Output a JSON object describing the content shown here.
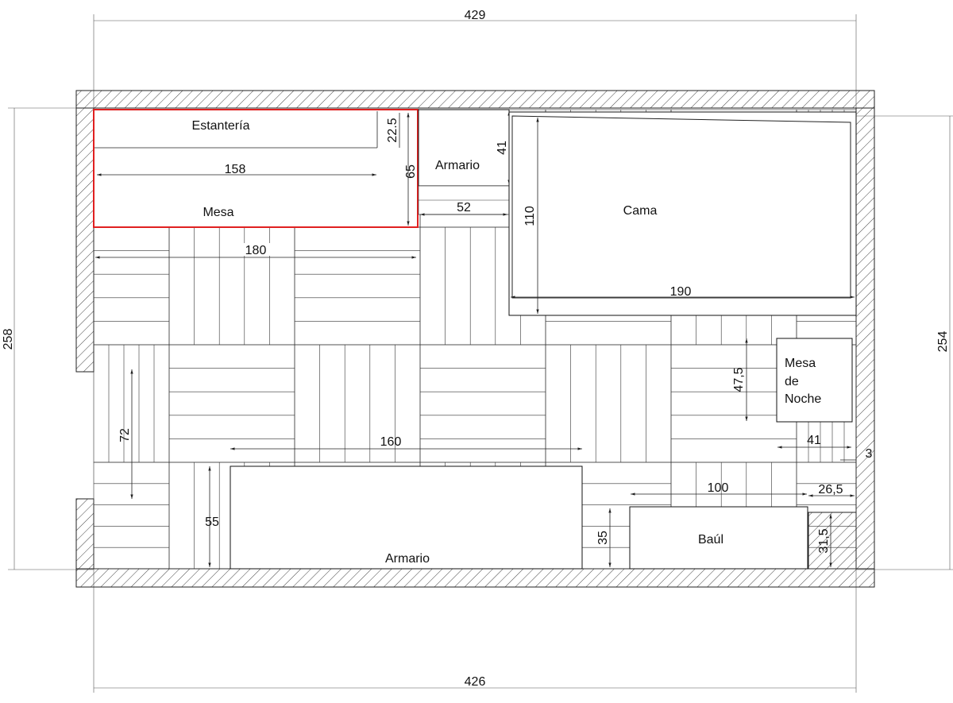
{
  "colors": {
    "line": "#222222",
    "highlight": "#e02020",
    "hatch": "#444444",
    "background": "#ffffff"
  },
  "dimensions": {
    "top_overall": "429",
    "bottom_overall": "426",
    "left_overall": "258",
    "right_overall": "254",
    "shelf_depth": "22.5",
    "desk_length": "158",
    "desk_depth": "65",
    "desk_total": "180",
    "wardrobe_top_width": "52",
    "wardrobe_top_depth": "41",
    "bed_width": "110",
    "bed_length": "190",
    "nightstand_depth": "47,5",
    "nightstand_width": "41",
    "gap_small": "3",
    "left_vertical": "72",
    "wardrobe_bottom_length": "160",
    "wardrobe_bottom_depth": "55",
    "chest_depth": "35",
    "chest_width": "100",
    "corner_width": "26,5",
    "corner_depth": "31,5"
  },
  "labels": {
    "shelf": "Estantería",
    "desk": "Mesa",
    "wardrobe_top": "Armario",
    "bed": "Cama",
    "nightstand_1": "Mesa",
    "nightstand_2": "de",
    "nightstand_3": "Noche",
    "wardrobe_bottom": "Armario",
    "chest": "Baúl"
  }
}
